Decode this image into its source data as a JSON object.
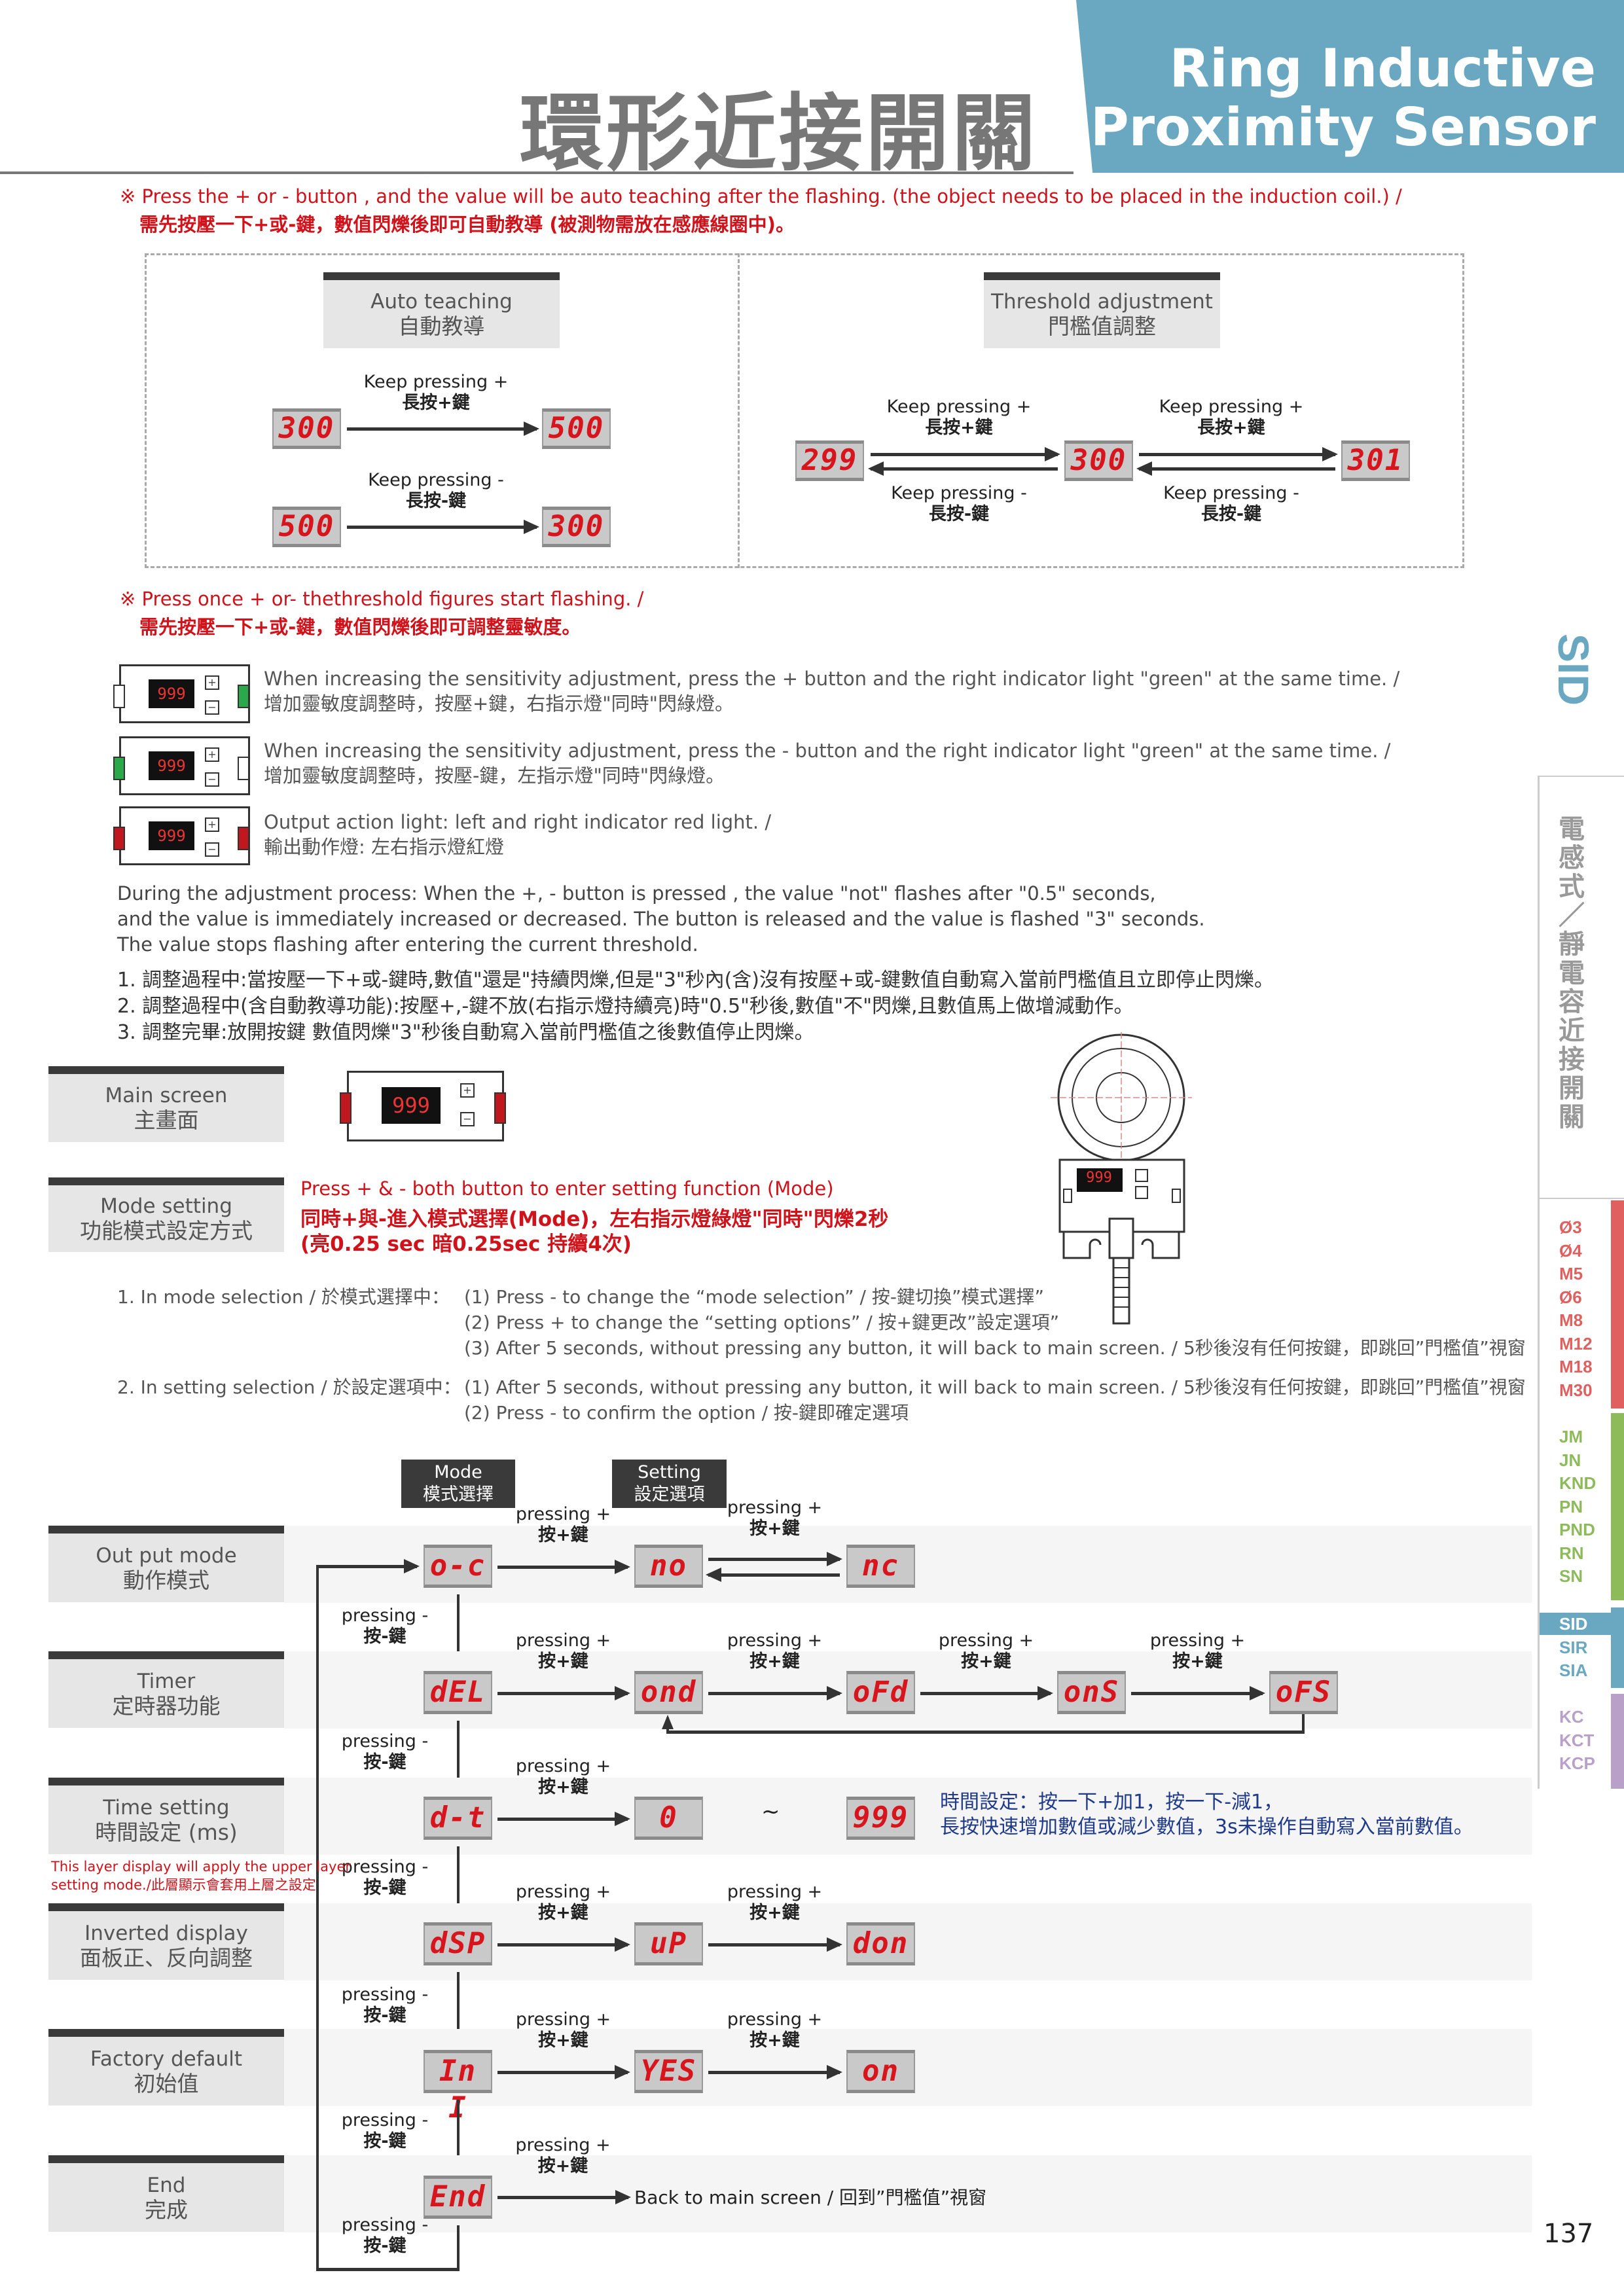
{
  "header": {
    "title_zh": "環形近接開關",
    "title_en_1": "Ring Inductive",
    "title_en_2": "Proximity Sensor"
  },
  "note1": {
    "en": "※ Press the + or - button , and the value will be auto teaching after the flashing. (the object needs to be placed in the induction coil.) /",
    "zh": "需先按壓一下+或-鍵，數值閃爍後即可自動教導 (被測物需放在感應線圈中)。"
  },
  "auto": {
    "label_en": "Auto teaching",
    "label_zh": "自動教導",
    "plus_en": "Keep pressing +",
    "plus_zh": "長按+鍵",
    "minus_en": "Keep pressing -",
    "minus_zh": "長按-鍵",
    "d300": "300",
    "d500": "500"
  },
  "threshold": {
    "label_en": "Threshold adjustment",
    "label_zh": "門檻值調整",
    "plus_en": "Keep pressing +",
    "plus_zh": "長按+鍵",
    "minus_en": "Keep pressing -",
    "minus_zh": "長按-鍵",
    "d299": "299",
    "d300": "300",
    "d301": "301"
  },
  "note2": {
    "en": "※ Press once + or- thethreshold figures start flashing. /",
    "zh": "需先按壓一下+或-鍵，數值閃爍後即可調整靈敏度。"
  },
  "indicators": [
    {
      "display": "999",
      "en": "When increasing the sensitivity adjustment, press the + button and the right indicator light \"green\" at the same time. /",
      "zh": "增加靈敏度調整時，按壓+鍵，右指示燈\"同時\"閃綠燈。"
    },
    {
      "display": "999",
      "en": "When increasing the sensitivity adjustment, press the - button and the right indicator light \"green\" at the same time. /",
      "zh": "增加靈敏度調整時，按壓-鍵，左指示燈\"同時\"閃綠燈。"
    },
    {
      "display": "999",
      "en": "Output action light: left and right indicator red light. /",
      "zh": "輸出動作燈: 左右指示燈紅燈"
    }
  ],
  "paragraph": [
    "During the adjustment process: When the +, - button is pressed , the value \"not\" flashes after \"0.5\" seconds,",
    "and the value is immediately increased or decreased. The button is released and the value is flashed \"3\" seconds.",
    "The value stops flashing after entering the current threshold."
  ],
  "steps": [
    "1. 調整過程中:當按壓一下+或-鍵時,數值\"還是\"持續閃爍,但是\"3\"秒內(含)沒有按壓+或-鍵數值自動寫入當前門檻值且立即停止閃爍。",
    "2. 調整過程中(含自動教導功能):按壓+,-鍵不放(右指示燈持續亮)時\"0.5\"秒後,數值\"不\"閃爍,且數值馬上做增減動作。",
    "3. 調整完畢:放開按鍵 數值閃爍\"3\"秒後自動寫入當前門檻值之後數值停止閃爍。"
  ],
  "main_screen": {
    "en": "Main screen",
    "zh": "主畫面",
    "display": "999"
  },
  "sensor": {
    "display": "999"
  },
  "mode_setting": {
    "en": "Mode setting",
    "zh": "功能模式設定方式",
    "red": [
      "Press + & - both button to enter setting function (Mode)",
      "同時+與-進入模式選擇(Mode)，左右指示燈綠燈\"同時\"閃爍2秒",
      "(亮0.25 sec 暗0.25sec 持續4次)"
    ]
  },
  "mode_sel": {
    "item1_label": "1. In mode selection / 於模式選擇中：",
    "item1": [
      "(1) Press - to change the “mode selection” / 按-鍵切換”模式選擇”",
      "(2) Press + to change the “setting options” / 按+鍵更改”設定選項”",
      "(3) After 5 seconds, without pressing any button, it will back to main screen. / 5秒後沒有任何按鍵，即跳回”門檻值”視窗"
    ],
    "item2_label": "2. In setting selection / 於設定選項中：",
    "item2": [
      "(1) After 5 seconds, without pressing any button, it will back to main screen. / 5秒後沒有任何按鍵，即跳回”門檻值”視窗",
      "(2) Press - to confirm the option / 按-鍵即確定選項"
    ]
  },
  "flow": {
    "mode_en": "Mode",
    "mode_zh": "模式選擇",
    "setting_en": "Setting",
    "setting_zh": "設定選項",
    "plus_en": "pressing +",
    "plus_zh": "按+鍵",
    "minus_en": "pressing -",
    "minus_zh": "按-鍵",
    "rows": [
      {
        "en": "Out put mode",
        "zh": "動作模式",
        "displays": [
          "o-c",
          "no",
          "nc"
        ]
      },
      {
        "en": "Timer",
        "zh": "定時器功能",
        "displays": [
          "dEL",
          "ond",
          "oFd",
          "onS",
          "oFS"
        ]
      },
      {
        "en": "Time setting",
        "zh": "時間設定 (ms)",
        "displays": [
          "d-t",
          "0",
          "999"
        ]
      },
      {
        "en": "Inverted display",
        "zh": "面板正、反向調整",
        "displays": [
          "dSP",
          "uP",
          "don"
        ]
      },
      {
        "en": "Factory default",
        "zh": "初始值",
        "displays": [
          "In I",
          "YES",
          "on"
        ]
      },
      {
        "en": "End",
        "zh": "完成",
        "displays": [
          "End"
        ]
      }
    ],
    "tilde": "~",
    "time_note": [
      "時間設定：按一下+加1，按一下-減1，",
      "長按快速增加數值或減少數值，3s未操作自動寫入當前數值。"
    ],
    "layer_note": [
      "This layer display will apply the upper layer",
      "setting mode./此層顯示會套用上層之設定"
    ],
    "back_text": "Back to main screen / 回到”門檻值”視窗"
  },
  "sidebar": {
    "sid": "SID",
    "category_zh": "電感式／靜電容近接開關",
    "groups": [
      {
        "color": "#e06060",
        "items": [
          "Ø3",
          "Ø4",
          "M5",
          "Ø6",
          "M8",
          "M12",
          "M18",
          "M30"
        ]
      },
      {
        "color": "#8dbb5a",
        "items": [
          "JM",
          "JN",
          "KND",
          "PN",
          "PND",
          "RN",
          "SN"
        ]
      },
      {
        "color": "#6aa8c2",
        "items": [
          "SID",
          "SIR",
          "SIA"
        ],
        "active": "SID"
      },
      {
        "color": "#b8a0c8",
        "items": [
          "KC",
          "KCT",
          "KCP"
        ]
      }
    ]
  },
  "page_number": "137"
}
